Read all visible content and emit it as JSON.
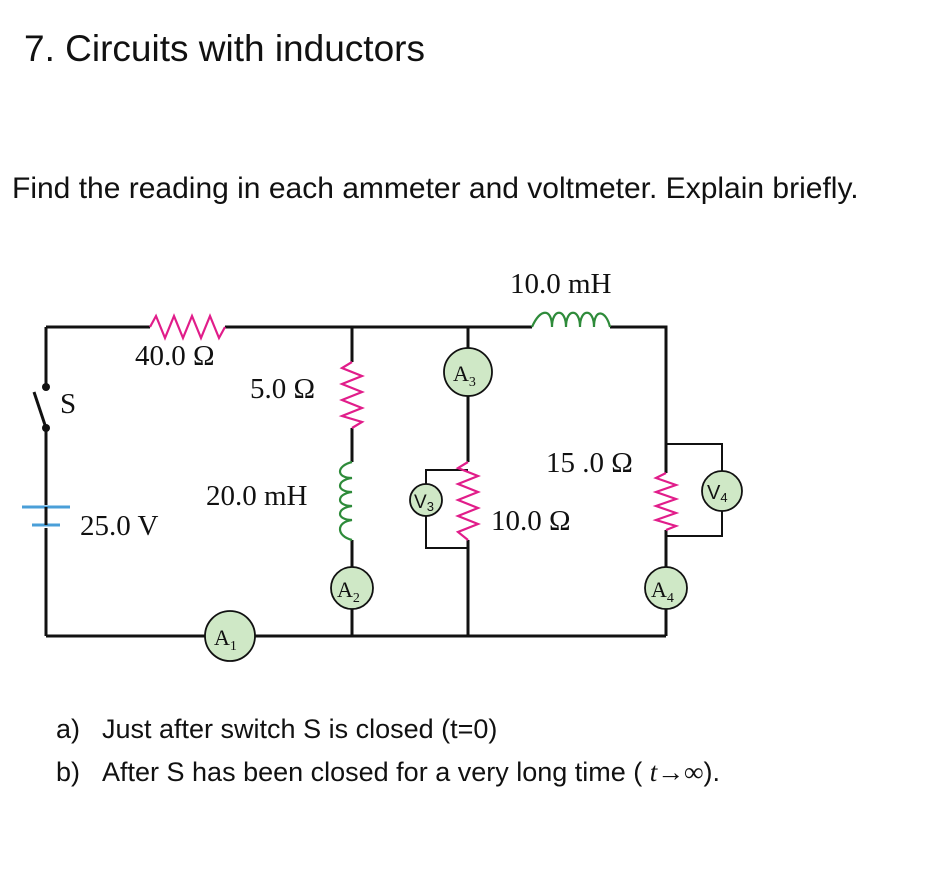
{
  "heading": "7. Circuits with inductors",
  "instruction": "Find the reading in each ammeter and voltmeter. Explain briefly.",
  "circuit": {
    "labels": {
      "inductor_top": "10.0 mH",
      "r40": "40.0 Ω",
      "r5": "5.0 Ω",
      "switch": "S",
      "l20": "20.0 mH",
      "battery": "25.0 V",
      "r15": "15 .0 Ω",
      "r10": "10.0 Ω"
    },
    "meters": {
      "a1": "A",
      "a1_sub": "1",
      "a2": "A",
      "a2_sub": "2",
      "a3": "A",
      "a3_sub": "3",
      "a4": "A",
      "a4_sub": "4",
      "v3": "V",
      "v3_sub": "3",
      "v4": "V",
      "v4_sub": "4"
    },
    "colors": {
      "resistor": "#e11d8a",
      "inductor": "#2e8b3a",
      "meter_fill": "#cfe8c6"
    }
  },
  "questions": [
    {
      "marker": "a)",
      "text": "Just after switch S is closed (t=0)"
    },
    {
      "marker": "b)",
      "text": "After S has been closed for a very long time (",
      "t_inf": "t→∞",
      "end": ")."
    }
  ]
}
